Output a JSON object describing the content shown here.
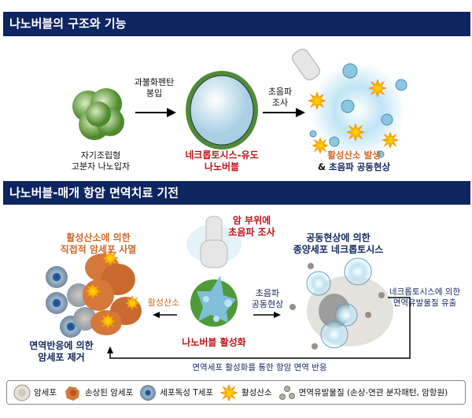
{
  "section1": {
    "title": "나노버블의 구조와 기능",
    "step1_label": [
      "자기조립형",
      "고분자 나노입자"
    ],
    "arrow1_label": [
      "과불화펜탄",
      "봉입"
    ],
    "step2_label": [
      "네크롭토시스-유도",
      "나노버블"
    ],
    "arrow2_label": [
      "초음파",
      "조사"
    ],
    "step3_label_line1": "활성산소 발생",
    "step3_label_amp": "& ",
    "step3_label_line2": "초음파 공동현상"
  },
  "section2": {
    "title": "나노버블-매개 항암 면역치료 기전",
    "ultrasound_label": [
      "암 부위에",
      "초음파 조사"
    ],
    "center_label": "나노버블 활성화",
    "left_arrow_label": "활성산소",
    "right_arrow_label": [
      "초음파",
      "공동현상"
    ],
    "left_title": [
      "활성산소에 의한",
      "직접적 암세포 사멸"
    ],
    "right_title": [
      "공동현상에 의한",
      "종양세포 네크롭토시스"
    ],
    "release_label": [
      "네크롭토시스에 의한",
      "면역유발물질 유출"
    ],
    "immune_label": [
      "면역반응에 의한",
      "암세포 제거"
    ],
    "feedback_label": "면역세포 활성화를 통한 항암 면역 반응"
  },
  "legend": [
    {
      "icon": "cancer-cell-icon",
      "label": "암세포"
    },
    {
      "icon": "damaged-cancer-cell-icon",
      "label": "손상된 암세포"
    },
    {
      "icon": "t-cell-icon",
      "label": "세포독성 T세포"
    },
    {
      "icon": "ros-burst-icon",
      "label": "활성산소"
    },
    {
      "icon": "immune-substance-icon",
      "label": "면역유발물질 (손상-연관 분자패턴, 암항원)"
    }
  ],
  "colors": {
    "header": "#0d2560",
    "red": "#c0141b",
    "orange": "#d0692a",
    "navy": "#13285e"
  }
}
